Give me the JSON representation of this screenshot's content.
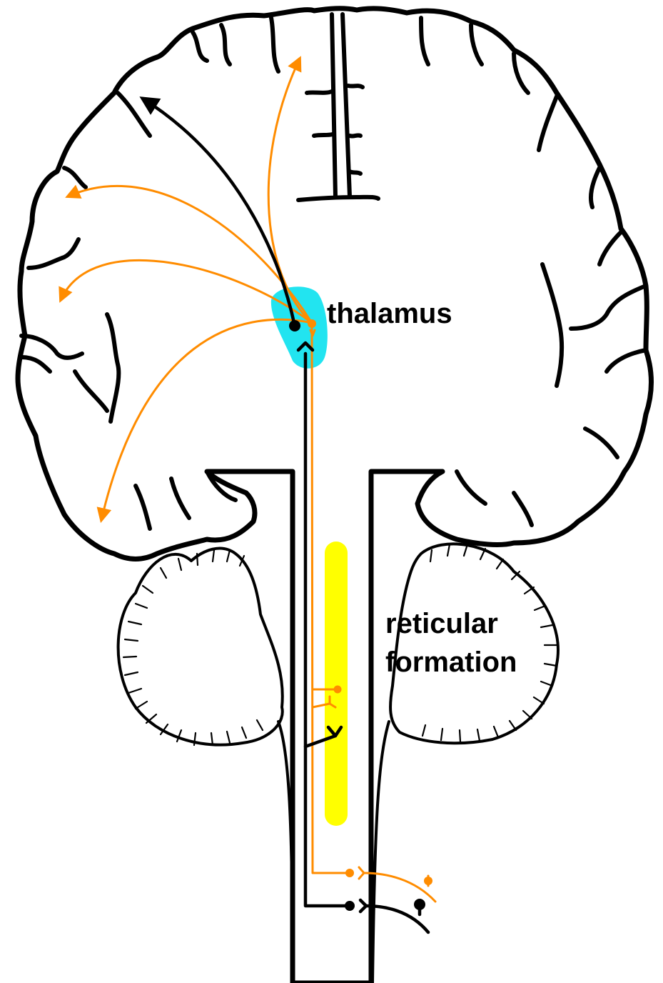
{
  "labels": {
    "thalamus": "thalamus",
    "reticular_line1": "reticular",
    "reticular_line2": "formation"
  },
  "colors": {
    "thalamus_highlight": "#22e4f0",
    "reticular_highlight": "#ffff00",
    "diffuse_projection": "#ff8c00",
    "specific_projection": "#000000"
  }
}
